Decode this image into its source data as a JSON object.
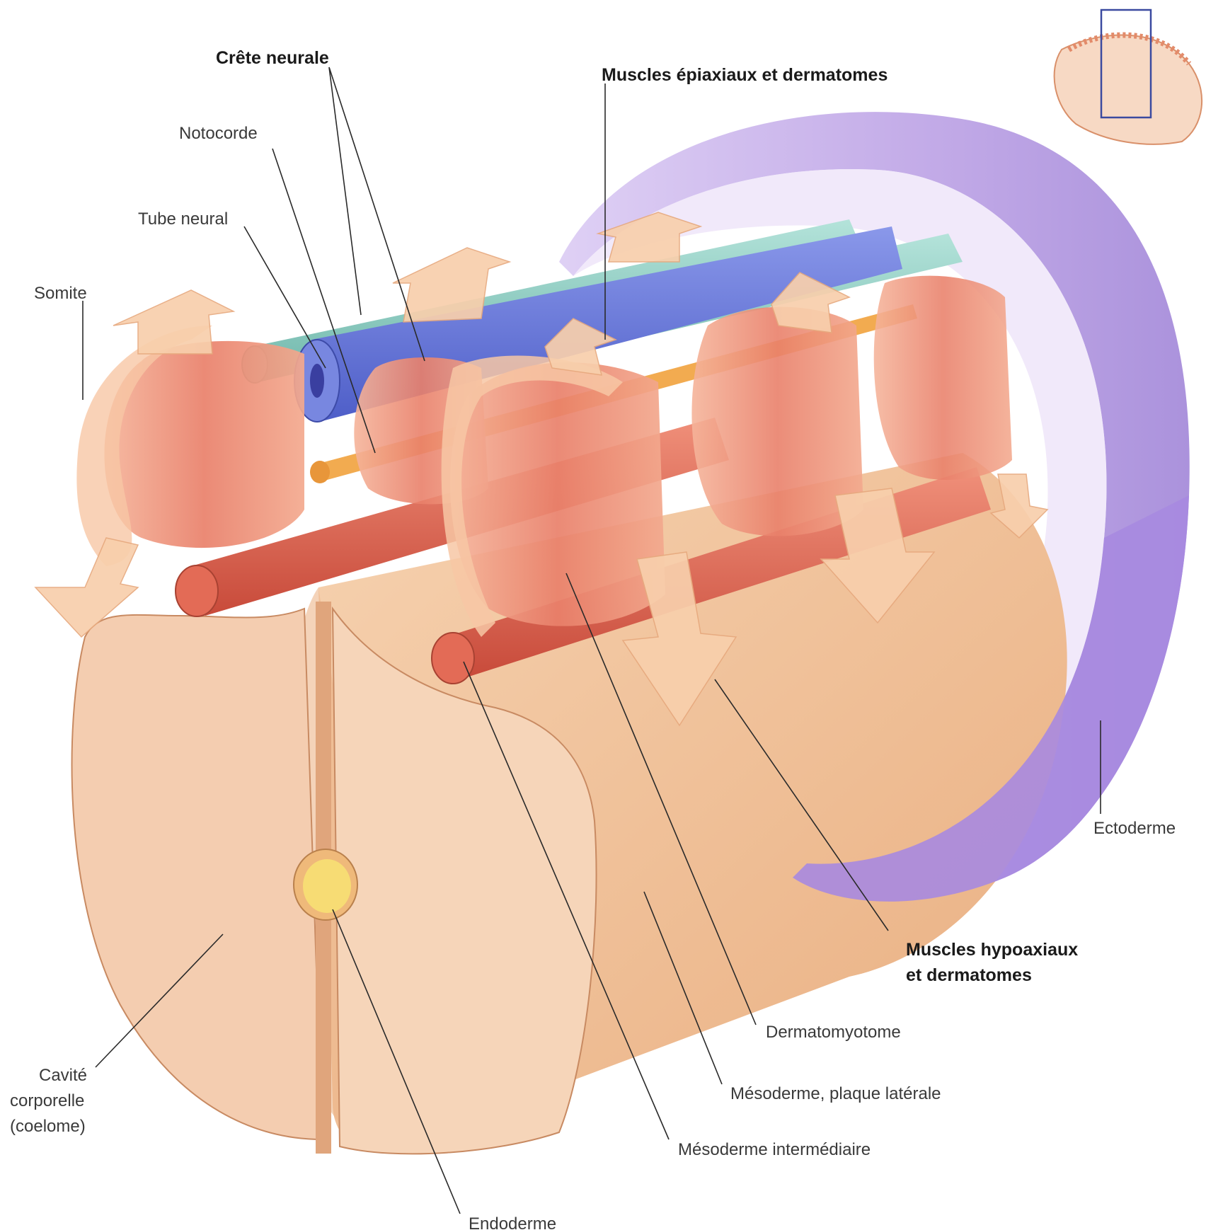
{
  "labels": {
    "crete_neurale": "Crête neurale",
    "notocorde": "Notocorde",
    "tube_neural": "Tube neural",
    "somite": "Somite",
    "muscles_epiaxiaux": "Muscles épiaxiaux et dermatomes",
    "muscles_hypoaxiaux_1": "Muscles hypoaxiaux",
    "muscles_hypoaxiaux_2": "et dermatomes",
    "ectoderme": "Ectoderme",
    "dermatomyotome": "Dermatomyotome",
    "mesoderme_lateral": "Mésoderme, plaque latérale",
    "mesoderme_intermediaire": "Mésoderme intermédiaire",
    "cavite_1": "Cavité",
    "cavite_2": "corporelle",
    "cavite_3": "(coelome)",
    "endoderme": "Endoderme"
  },
  "colors": {
    "ectoderm": "#b49ae0",
    "ectoderm_inner": "#e2d6f5",
    "neural_tube": "#6f7fd8",
    "neural_crest": "#8fcfc4",
    "notochord": "#f0a84a",
    "dorsal_aorta": "#e06a55",
    "somite": "#f0a58a",
    "body_wall": "#f2c6a0",
    "arrows": "#f7c9a0",
    "endoderm": "#f5d76e"
  },
  "thumbnail": {
    "icon": "embryo-thumbnail-icon"
  }
}
